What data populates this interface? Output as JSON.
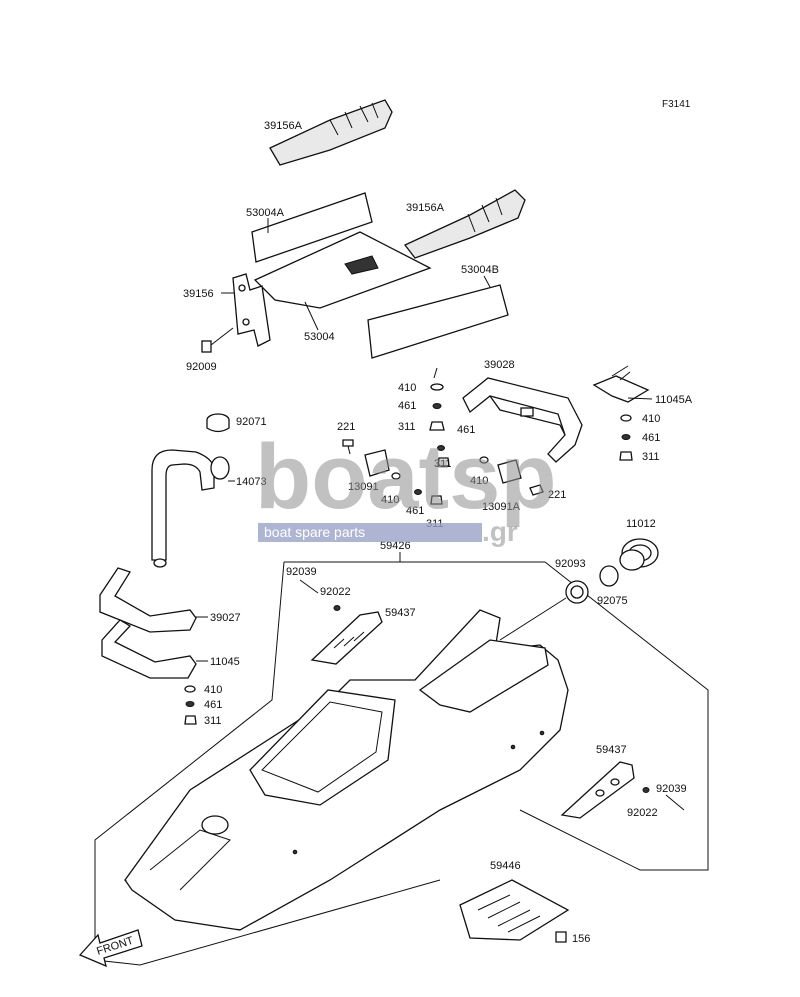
{
  "figure_ref": "F3141",
  "watermark": {
    "logo_text": "boatsp",
    "tld": ".gr",
    "tagline": "boat spare parts",
    "color": "#8f8f8f",
    "tagline_bg": "#9aa3c8"
  },
  "front_label": "FRONT",
  "parts": {
    "p39156A_top": "39156A",
    "p53004A": "53004A",
    "p39156A_right": "39156A",
    "p39156": "39156",
    "p53004B": "53004B",
    "p53004": "53004",
    "p92009": "92009",
    "p39028": "39028",
    "p410_a": "410",
    "p461_a": "461",
    "p311_a": "311",
    "p11045A": "11045A",
    "p410_b": "410",
    "p461_b": "461",
    "p311_b": "311",
    "p92071": "92071",
    "p221_a": "221",
    "p461_c": "461",
    "p311_c": "311",
    "p13091": "13091",
    "p410_c": "410",
    "p410_d": "410",
    "p221_b": "221",
    "p14073": "14073",
    "p461_d": "461",
    "p311_d": "311",
    "p13091A": "13091A",
    "p11012": "11012",
    "p59426": "59426",
    "p92039_a": "92039",
    "p92022_a": "92022",
    "p59437_a": "59437",
    "p92093": "92093",
    "p92075": "92075",
    "p39027": "39027",
    "p11045": "11045",
    "p410_e": "410",
    "p461_e": "461",
    "p311_e": "311",
    "p59437_b": "59437",
    "p92039_b": "92039",
    "p92022_b": "92022",
    "p59446": "59446",
    "p156": "156"
  }
}
